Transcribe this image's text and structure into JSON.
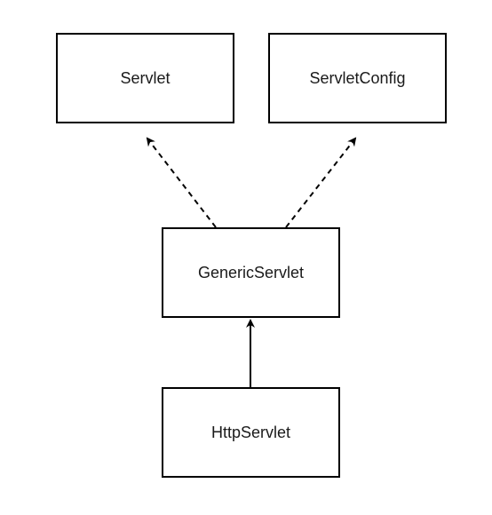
{
  "diagram": {
    "nodes": [
      {
        "id": "servlet",
        "label": "Servlet"
      },
      {
        "id": "servlet-config",
        "label": "ServletConfig"
      },
      {
        "id": "generic-servlet",
        "label": "GenericServlet"
      },
      {
        "id": "http-servlet",
        "label": "HttpServlet"
      }
    ],
    "edges": [
      {
        "from": "generic-servlet",
        "to": "servlet",
        "style": "dashed",
        "relation": "implements"
      },
      {
        "from": "generic-servlet",
        "to": "servlet-config",
        "style": "dashed",
        "relation": "implements"
      },
      {
        "from": "http-servlet",
        "to": "generic-servlet",
        "style": "solid",
        "relation": "extends"
      }
    ],
    "colors": {
      "stroke": "#000000",
      "fill": "#ffffff",
      "text": "#1a1a1a"
    }
  }
}
